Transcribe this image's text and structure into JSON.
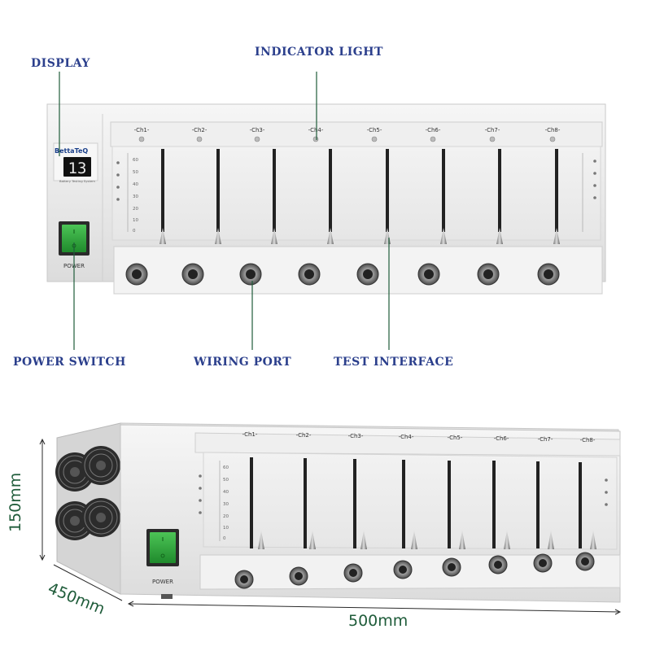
{
  "callouts": {
    "display": "DISPLAY",
    "indicator_light": "INDICATOR LIGHT",
    "power_switch": "POWER SWITCH",
    "wiring_port": "WIRING PORT",
    "test_interface": "TEST INTERFACE"
  },
  "device": {
    "brand": "BettaTeQ",
    "display_value": "13",
    "display_caption": "Battery Testing System",
    "power_label": "POWER",
    "channels": [
      "-Ch1-",
      "-Ch2-",
      "-Ch3-",
      "-Ch4-",
      "-Ch5-",
      "-Ch6-",
      "-Ch7-",
      "-Ch8-"
    ],
    "scale_marks": [
      "60",
      "50",
      "40",
      "30",
      "20",
      "10",
      "0"
    ]
  },
  "dimensions": {
    "height": "150mm",
    "depth": "450mm",
    "width": "500mm"
  },
  "colors": {
    "callout_text": "#2b3f8c",
    "leader_line": "#1f5c3a",
    "dimension_text": "#1f5c3a",
    "power_switch": "#2faa3c",
    "display_digits": "#e8e8e8"
  }
}
